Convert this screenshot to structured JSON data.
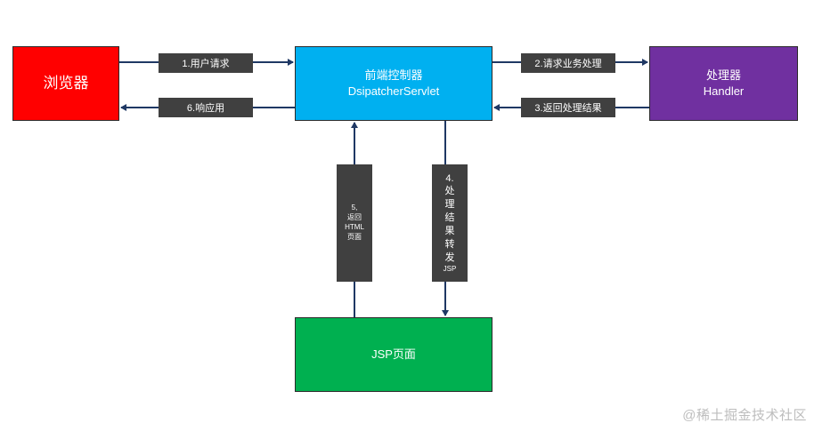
{
  "boxes": {
    "browser": {
      "line1": "浏览器"
    },
    "controller": {
      "line1": "前端控制器",
      "line2": "DsipatcherServlet"
    },
    "handler": {
      "line1": "处理器",
      "line2": "Handler"
    },
    "jsp": {
      "line1": "JSP页面"
    }
  },
  "labels": {
    "step1": "1.用户请求",
    "step2": "2.请求业务处理",
    "step3": "3.返回处理结果",
    "step4": {
      "chars": [
        "4.",
        "处",
        "理",
        "结",
        "果",
        "转",
        "发"
      ],
      "tail": "JSP"
    },
    "step5": {
      "chars": [
        "5,",
        "返回"
      ],
      "tail1": "HTML",
      "tail2": "页面"
    },
    "step6": "6.响应用"
  },
  "watermark": "@稀土掘金技术社区",
  "colors": {
    "browser": "#ff0000",
    "controller": "#00b0f0",
    "handler": "#7030a0",
    "jsp": "#00b050",
    "label_bg": "#404040",
    "arrow": "#1f3864"
  }
}
